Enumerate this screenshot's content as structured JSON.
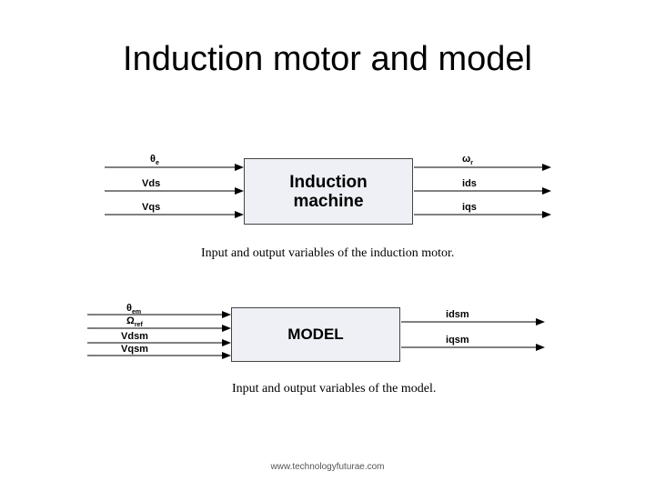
{
  "title": "Induction motor and model",
  "diagram1": {
    "block_line1": "Induction",
    "block_line2": "machine",
    "inputs": [
      {
        "main": "θ",
        "sub": "e"
      },
      {
        "main": "V",
        "sub": "ds"
      },
      {
        "main": "V",
        "sub": "qs"
      }
    ],
    "outputs": [
      {
        "main": "ω",
        "sub": "r"
      },
      {
        "main": "i",
        "sub": "ds"
      },
      {
        "main": "i",
        "sub": "qs"
      }
    ],
    "caption": "Input and output variables of the induction motor."
  },
  "diagram2": {
    "block_label": "MODEL",
    "inputs": [
      {
        "main": "θ",
        "sub": "em"
      },
      {
        "main": "Ω",
        "sub": "ref"
      },
      {
        "main": "V",
        "sub": "dsm"
      },
      {
        "main": "V",
        "sub": "qsm"
      }
    ],
    "outputs": [
      {
        "main": "i",
        "sub": "dsm"
      },
      {
        "main": "i",
        "sub": "qsm"
      }
    ],
    "caption": "Input and output variables of the model."
  },
  "footer": "www.technologyfuturae.com"
}
